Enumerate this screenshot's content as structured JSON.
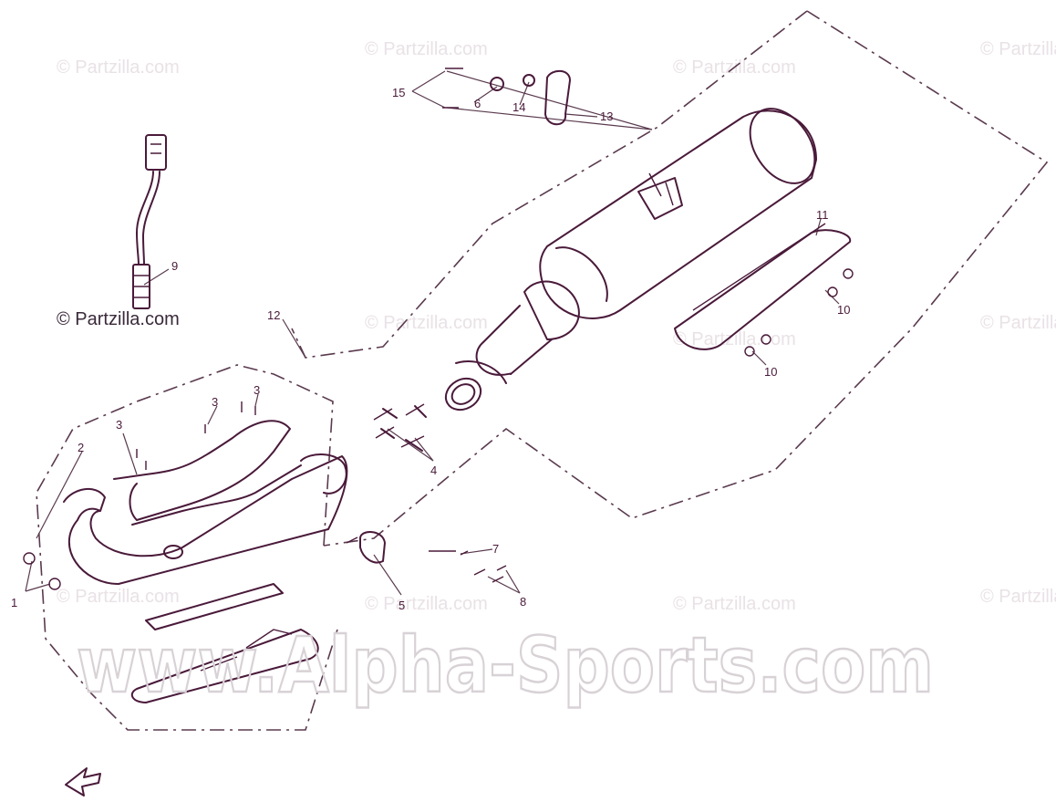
{
  "watermarks": {
    "partzilla": "© Partzilla.com",
    "partzilla_dark": "© Partzilla.com",
    "alpha_sports": "www.Alpha-Sports.com"
  },
  "callouts": [
    "1",
    "2",
    "3",
    "3",
    "3",
    "4",
    "5",
    "6",
    "7",
    "8",
    "9",
    "10",
    "10",
    "11",
    "12",
    "13",
    "14",
    "15"
  ],
  "colors": {
    "line": "#4a1a3a",
    "watermark": "#e9e2e6"
  }
}
